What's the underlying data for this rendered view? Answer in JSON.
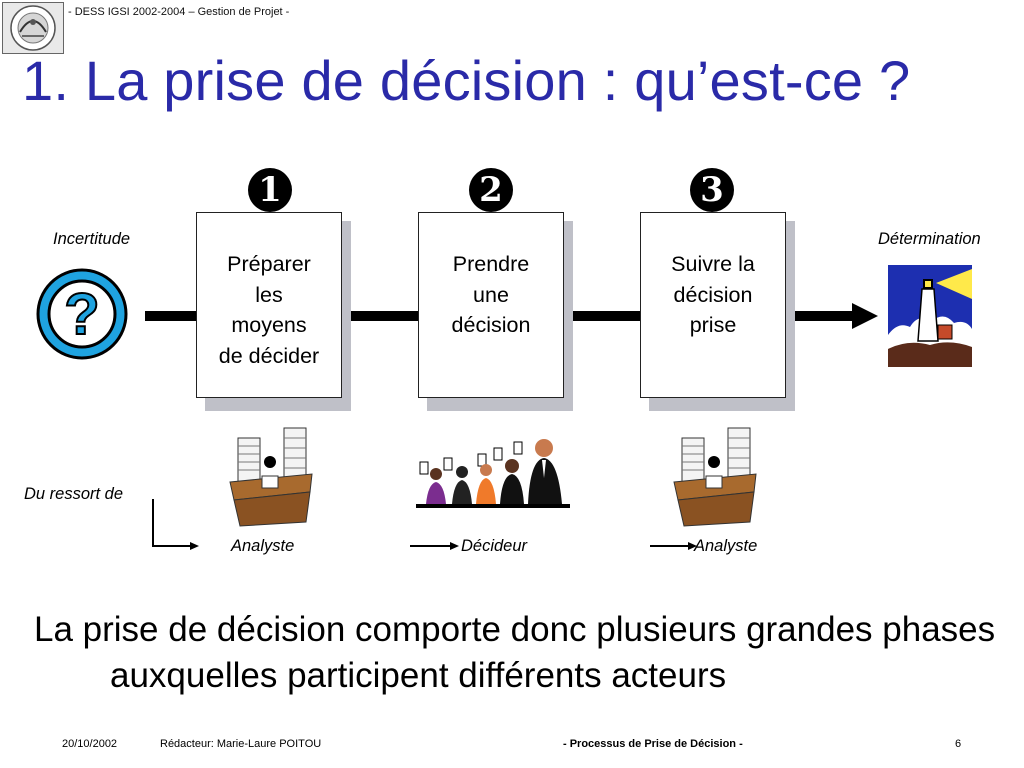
{
  "header": {
    "text": "- DESS IGSI 2002-2004 – Gestion de Projet -"
  },
  "slide": {
    "title": "1. La prise de décision : qu’est-ce ?"
  },
  "process": {
    "start_label": "Incertitude",
    "end_label": "Détermination",
    "steps": [
      {
        "number": "1",
        "label": "Préparer\nles\nmoyens\nde décider"
      },
      {
        "number": "2",
        "label": "Prendre\nune\ndécision"
      },
      {
        "number": "3",
        "label": "Suivre la\ndécision\nprise"
      }
    ]
  },
  "actors": {
    "prefix": "Du ressort de",
    "items": [
      "Analyste",
      "Décideur",
      "Analyste"
    ]
  },
  "summary": "La prise de décision comporte donc plusieurs grandes phases auxquelles participent différents acteurs",
  "footer": {
    "date": "20/10/2002",
    "author": "Rédacteur:  Marie-Laure POITOU",
    "section": "- Processus de Prise de Décision -",
    "page": "6"
  },
  "colors": {
    "title": "#2a2aa8",
    "question_icon": "#1fa3e0",
    "box_shadow": "#bfc0c8"
  }
}
